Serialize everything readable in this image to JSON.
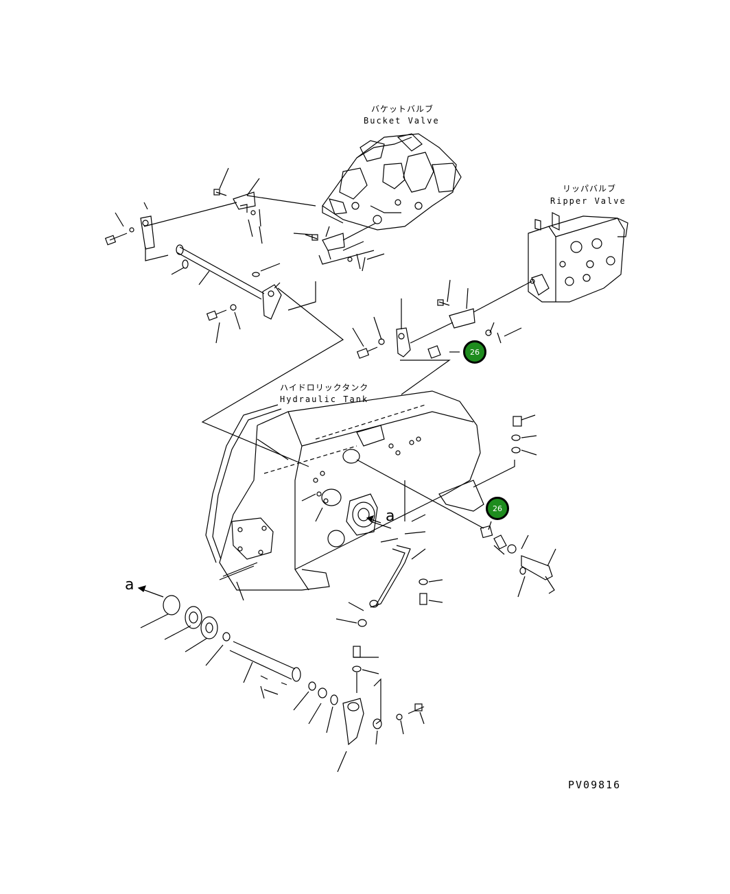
{
  "labels": {
    "bucket_valve_jp": "バケットバルブ",
    "bucket_valve_en": "Bucket Valve",
    "ripper_valve_jp": "リッパバルブ",
    "ripper_valve_en": "Ripper Valve",
    "hydraulic_tank_jp": "ハイドロリックタンク",
    "hydraulic_tank_en": "Hydraulic Tank"
  },
  "view_markers": {
    "view_a_top": "a",
    "view_a_left": "a"
  },
  "callouts": [
    {
      "number": "26",
      "color": "#1e8c1e"
    },
    {
      "number": "26",
      "color": "#1e8c1e"
    }
  ],
  "figure_number": "PV09816",
  "colors": {
    "line": "#000000",
    "callout_fill": "#1e8c1e",
    "callout_text": "#ffffff"
  }
}
